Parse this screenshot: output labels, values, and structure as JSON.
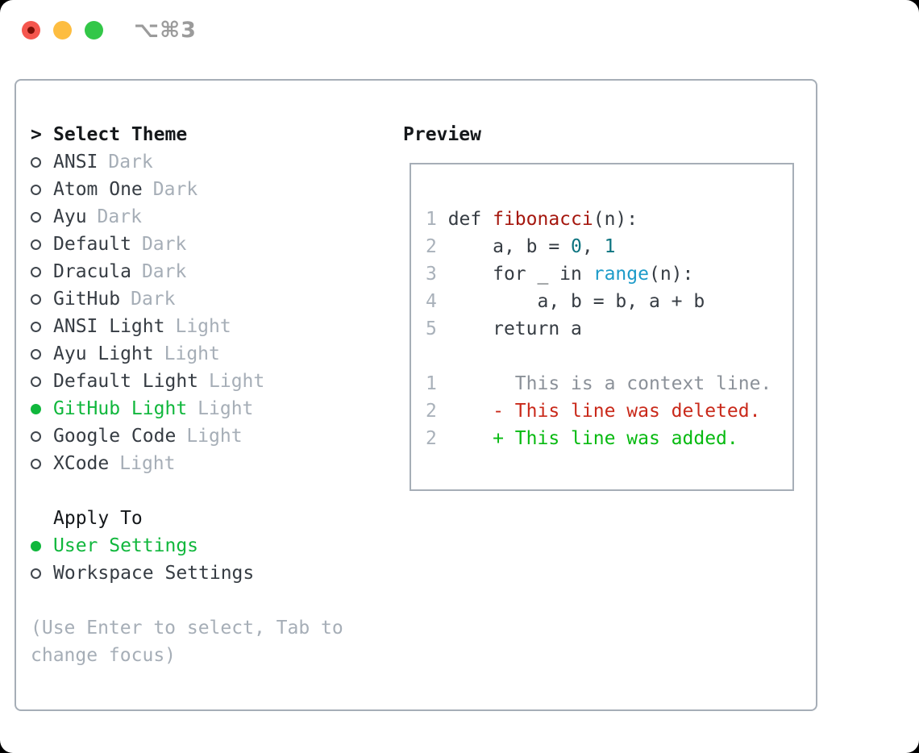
{
  "window": {
    "shortcut": "⌥⌘3"
  },
  "colors": {
    "accent_selected_green": "#10b73c",
    "syntax_function_red": "#a5170e",
    "syntax_number_teal": "#0d7480",
    "syntax_builtin_blue": "#1d9bc9",
    "diff_context_gray": "#8b9199",
    "diff_deleted_red": "#c9291a",
    "diff_added_green": "#07ba11",
    "muted_gray": "#a6aeb7",
    "text_dark": "#363c43",
    "border_gray": "#a6aeb7",
    "traffic_red": "#f5564e",
    "traffic_yellow": "#fdbd40",
    "traffic_green": "#33c748"
  },
  "theme_panel": {
    "prompt": ">",
    "header": "Select Theme",
    "items": [
      {
        "name": "ANSI",
        "tag": "Dark",
        "selected": false
      },
      {
        "name": "Atom One",
        "tag": "Dark",
        "selected": false
      },
      {
        "name": "Ayu",
        "tag": "Dark",
        "selected": false
      },
      {
        "name": "Default",
        "tag": "Dark",
        "selected": false
      },
      {
        "name": "Dracula",
        "tag": "Dark",
        "selected": false
      },
      {
        "name": "GitHub",
        "tag": "Dark",
        "selected": false
      },
      {
        "name": "ANSI Light",
        "tag": "Light",
        "selected": false
      },
      {
        "name": "Ayu Light",
        "tag": "Light",
        "selected": false
      },
      {
        "name": "Default Light",
        "tag": "Light",
        "selected": false
      },
      {
        "name": "GitHub Light",
        "tag": "Light",
        "selected": true
      },
      {
        "name": "Google Code",
        "tag": "Light",
        "selected": false
      },
      {
        "name": "XCode",
        "tag": "Light",
        "selected": false
      }
    ],
    "apply_to": {
      "header": "Apply To",
      "options": [
        {
          "name": "User Settings",
          "selected": true
        },
        {
          "name": "Workspace Settings",
          "selected": false
        }
      ]
    },
    "hint": "(Use Enter to select, Tab to change focus)"
  },
  "preview": {
    "header": "Preview",
    "lines": [
      {
        "num": "1",
        "tokens": [
          [
            "def ",
            "code"
          ],
          [
            "fibonacci",
            "func"
          ],
          [
            "(n):",
            "code"
          ]
        ]
      },
      {
        "num": "2",
        "tokens": [
          [
            "    a, b = ",
            "code"
          ],
          [
            "0",
            "num"
          ],
          [
            ", ",
            "code"
          ],
          [
            "1",
            "num"
          ]
        ]
      },
      {
        "num": "3",
        "tokens": [
          [
            "    for _ in ",
            "code"
          ],
          [
            "range",
            "builtin"
          ],
          [
            "(n):",
            "code"
          ]
        ]
      },
      {
        "num": "4",
        "tokens": [
          [
            "        a, b = b, a + b",
            "code"
          ]
        ]
      },
      {
        "num": "5",
        "tokens": [
          [
            "    return a",
            "code"
          ]
        ]
      },
      {
        "num": "",
        "tokens": []
      },
      {
        "num": "1",
        "tokens": [
          [
            "      This is a context line.",
            "context"
          ]
        ]
      },
      {
        "num": "2",
        "tokens": [
          [
            "    - This line was deleted.",
            "deleted"
          ]
        ]
      },
      {
        "num": "2",
        "tokens": [
          [
            "    + This line was added.",
            "added"
          ]
        ]
      }
    ]
  }
}
